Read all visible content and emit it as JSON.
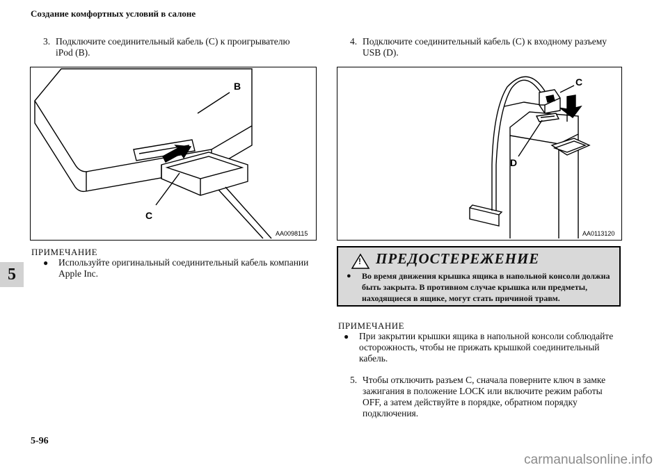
{
  "header": {
    "title": "Создание комфортных условий в салоне"
  },
  "chapter_tab": "5",
  "left": {
    "step": {
      "number": "3.",
      "text": "Подключите соединительный кабель (С) к проигрывателю iPod (В)."
    },
    "figure": {
      "callout_b": "B",
      "callout_c": "C",
      "code": "AA0098115"
    },
    "note": {
      "title": "ПРИМЕЧАНИЕ",
      "bullet": "●",
      "text": "Используйте оригинальный соединительный кабель компании Apple Inc."
    }
  },
  "right": {
    "step4": {
      "number": "4.",
      "text": "Подключите соединительный кабель (С) к входному разъему USB (D)."
    },
    "figure": {
      "callout_c": "C",
      "callout_d": "D",
      "code": "AA0113120"
    },
    "warning": {
      "title": "ПРЕДОСТЕРЕЖЕНИЕ",
      "symbol": "!",
      "bullet": "●",
      "text": "Во время движения крышка ящика в напольной консоли должна быть закрыта. В противном случае крышка или предметы, находящиеся в ящике, могут стать причиной травм."
    },
    "note": {
      "title": "ПРИМЕЧАНИЕ",
      "bullet": "●",
      "text": "При закрытии крышки ящика в напольной консоли соблюдайте осторожность, чтобы не прижать крышкой соединительный кабель."
    },
    "step5": {
      "number": "5.",
      "text": "Чтобы отключить разъем С, сначала поверните ключ в замке зажигания в положение LOCK или включите режим работы OFF, а затем действуйте в порядке, обратном порядку подключения."
    }
  },
  "footer": {
    "page_number": "5-96",
    "watermark": "carmanualsonline.info"
  }
}
